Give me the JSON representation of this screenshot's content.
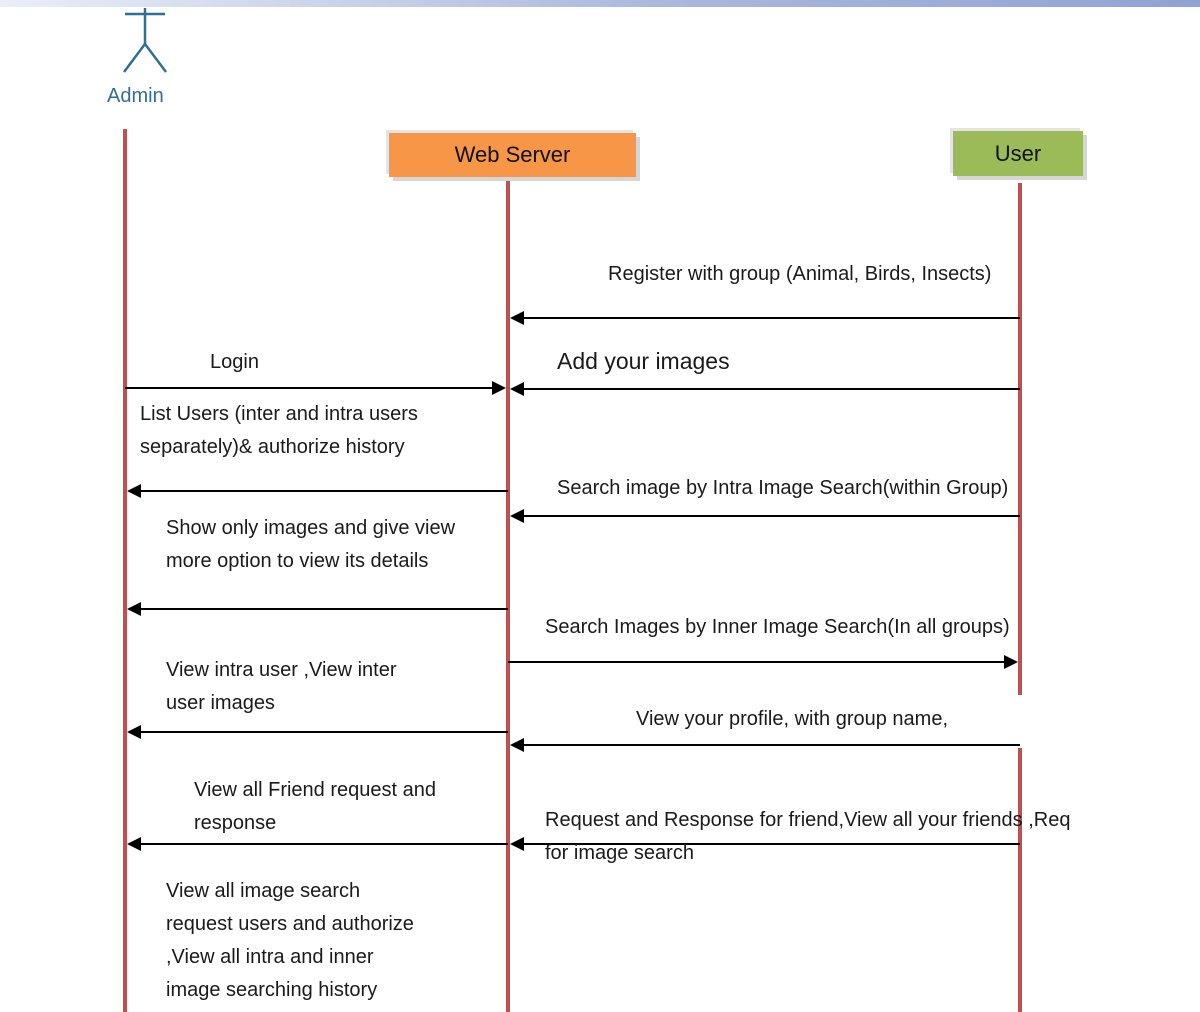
{
  "actors": {
    "admin": "Admin",
    "web_server": "Web Server",
    "user": "User"
  },
  "colors": {
    "lifeline": "#c0504d",
    "web_server_box": "#f79646",
    "user_box": "#9bbb59",
    "actor_icon": "#2f6f8f",
    "arrow": "#000000"
  },
  "messages": [
    {
      "text": "Register with group (Animal, Birds, Insects)",
      "from": "user",
      "to": "web_server"
    },
    {
      "text": "Login",
      "from": "admin",
      "to": "web_server"
    },
    {
      "text": "Add your images",
      "from": "user",
      "to": "web_server"
    },
    {
      "text": "List Users (inter and intra users\nseparately)& authorize history",
      "from": "web_server",
      "to": "admin"
    },
    {
      "text": "Search image by Intra Image Search(within Group)",
      "from": "user",
      "to": "web_server"
    },
    {
      "text": "Show only images and give  view\nmore option to view its details",
      "from": "web_server",
      "to": "admin"
    },
    {
      "text": "Search Images by Inner Image Search(In all groups)",
      "from": "web_server",
      "to": "user"
    },
    {
      "text": "View intra user ,View inter\nuser images",
      "from": "web_server",
      "to": "admin"
    },
    {
      "text": "View your profile, with group name,",
      "from": "user",
      "to": "web_server"
    },
    {
      "text": "View all Friend request and\nresponse",
      "from": "web_server",
      "to": "admin"
    },
    {
      "text": "Request and Response for friend,View all your friends ,Req\nfor image search",
      "from": "user",
      "to": "web_server"
    },
    {
      "text": "View all image search\nrequest users and authorize\n,View all intra and inner\nimage searching history",
      "from": "web_server",
      "to": "admin"
    }
  ]
}
